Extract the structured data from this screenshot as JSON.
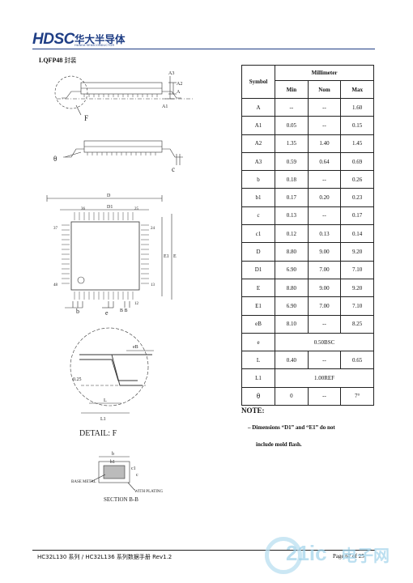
{
  "header": {
    "logo_text": "HDSC",
    "company_cn": "华大半导体",
    "company_en": "HUADA SEMICONDUCTOR",
    "section_title": "LQFP48",
    "section_title_cn": "封装",
    "brand_color": "#1f3e85"
  },
  "drawing": {
    "label_A2": "A2",
    "label_A": "A",
    "label_A3": "A3",
    "label_A1": "A1",
    "label_F": "F",
    "label_theta": "θ",
    "label_c": "c",
    "label_D": "D",
    "label_D1": "D1",
    "label_E": "E",
    "label_E1": "E1",
    "pin_36": "36",
    "pin_25": "25",
    "pin_37": "37",
    "pin_24": "24",
    "pin_48": "48",
    "pin_13": "13",
    "pin_12": "12",
    "label_b": "b",
    "label_e": "e",
    "label_BB": "B B",
    "label_eB": "eB",
    "label_025": "0.25",
    "label_L": "L",
    "label_L1": "L1",
    "detail_title": "DETAIL:  F",
    "section_b": "b",
    "section_b1": "b1",
    "section_c": "c",
    "section_c1": "c1",
    "base_metal": "BASE METAL",
    "with_plating": "WITH PLATING",
    "section_title": "SECTION B-B"
  },
  "table": {
    "symbol_header": "Symbol",
    "unit_header": "Millimeter",
    "columns": [
      "Min",
      "Nom",
      "Max"
    ],
    "rows": [
      {
        "symbol": "A",
        "min": "--",
        "nom": "--",
        "max": "1.60"
      },
      {
        "symbol": "A1",
        "min": "0.05",
        "nom": "--",
        "max": "0.15"
      },
      {
        "symbol": "A2",
        "min": "1.35",
        "nom": "1.40",
        "max": "1.45"
      },
      {
        "symbol": "A3",
        "min": "0.59",
        "nom": "0.64",
        "max": "0.69"
      },
      {
        "symbol": "b",
        "min": "0.18",
        "nom": "--",
        "max": "0.26"
      },
      {
        "symbol": "b1",
        "min": "0.17",
        "nom": "0.20",
        "max": "0.23"
      },
      {
        "symbol": "c",
        "min": "0.13",
        "nom": "--",
        "max": "0.17"
      },
      {
        "symbol": "c1",
        "min": "0.12",
        "nom": "0.13",
        "max": "0.14"
      },
      {
        "symbol": "D",
        "min": "8.80",
        "nom": "9.00",
        "max": "9.20"
      },
      {
        "symbol": "D1",
        "min": "6.90",
        "nom": "7.00",
        "max": "7.10"
      },
      {
        "symbol": "E",
        "min": "8.80",
        "nom": "9.00",
        "max": "9.20"
      },
      {
        "symbol": "E1",
        "min": "6.90",
        "nom": "7.00",
        "max": "7.10"
      },
      {
        "symbol": "eB",
        "min": "8.10",
        "nom": "--",
        "max": "8.25"
      }
    ],
    "row_e": {
      "symbol": "e",
      "value": "0.50BSC"
    },
    "row_L": {
      "symbol": "L",
      "min": "0.40",
      "nom": "--",
      "max": "0.65"
    },
    "row_L1": {
      "symbol": "L1",
      "value": "1.00REF"
    },
    "row_theta": {
      "symbol": "θ",
      "min": "0",
      "nom": "--",
      "max": "7°"
    }
  },
  "note": {
    "title": "NOTE:",
    "line1": "–  Dimensions “D1” and “E1” do not",
    "line2": "include mold flash."
  },
  "footer": {
    "doc_title": "HC32L130 系列 / HC32L136 系列数据手册 Rev1.2",
    "page": "Page 67 of 25"
  },
  "watermark": {
    "number": "21ic",
    "text_cn": "电子网"
  }
}
